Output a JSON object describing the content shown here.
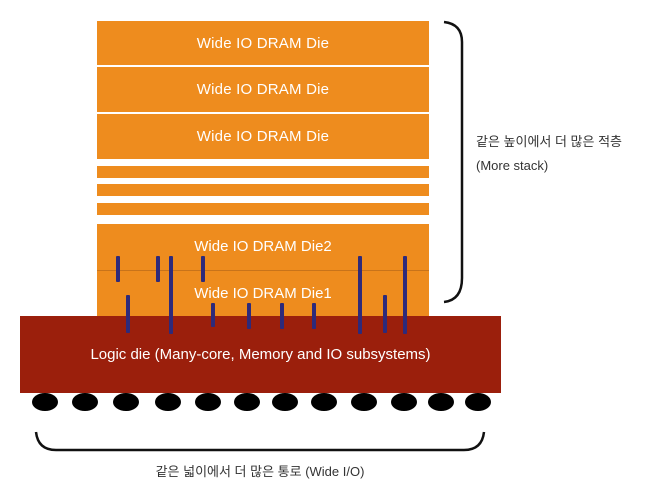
{
  "dies": {
    "die_1": "Wide IO DRAM Die",
    "die_2": "Wide IO DRAM Die",
    "die_3": "Wide IO DRAM Die",
    "die_top_bonded": "Wide IO DRAM Die2",
    "die_bottom_bonded": "Wide IO DRAM Die1"
  },
  "logic_die": "Logic die (Many-core, Memory and IO subsystems)",
  "annotations": {
    "stack_line1": "같은 높이에서 더 많은 적층",
    "stack_line2": "(More stack)",
    "wide_io": "같은 넓이에서 더 많은 통로 (Wide I/O)"
  },
  "colors": {
    "dram_die": "#ee8c1e",
    "logic_die": "#9b1f0c",
    "tsv": "#2e2a7a",
    "solder_ball": "#000000"
  }
}
